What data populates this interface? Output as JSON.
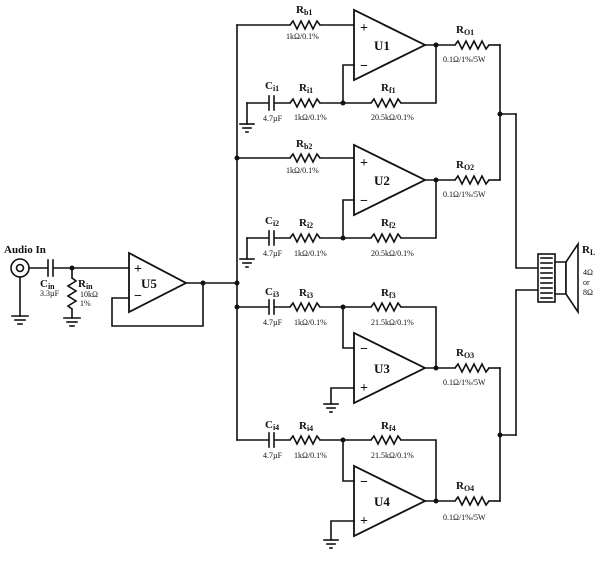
{
  "input": {
    "label": "Audio In"
  },
  "components": {
    "cin": {
      "name": "C",
      "sub": "in",
      "value": "3.3µF"
    },
    "rin": {
      "name": "R",
      "sub": "in",
      "value1": "10kΩ",
      "value2": "1%"
    },
    "u5": {
      "name": "U5"
    },
    "u1": {
      "name": "U1"
    },
    "u2": {
      "name": "U2"
    },
    "u3": {
      "name": "U3"
    },
    "u4": {
      "name": "U4"
    },
    "rb1": {
      "name": "R",
      "sub": "b1",
      "value": "1kΩ/0.1%"
    },
    "rb2": {
      "name": "R",
      "sub": "b2",
      "value": "1kΩ/0.1%"
    },
    "ci1": {
      "name": "C",
      "sub": "i1",
      "value": "4.7µF"
    },
    "ci2": {
      "name": "C",
      "sub": "i2",
      "value": "4.7µF"
    },
    "ci3": {
      "name": "C",
      "sub": "i3",
      "value": "4.7µF"
    },
    "ci4": {
      "name": "C",
      "sub": "i4",
      "value": "4.7µF"
    },
    "ri1": {
      "name": "R",
      "sub": "i1",
      "value": "1kΩ/0.1%"
    },
    "ri2": {
      "name": "R",
      "sub": "i2",
      "value": "1kΩ/0.1%"
    },
    "ri3": {
      "name": "R",
      "sub": "i3",
      "value": "1kΩ/0.1%"
    },
    "ri4": {
      "name": "R",
      "sub": "i4",
      "value": "1kΩ/0.1%"
    },
    "rf1": {
      "name": "R",
      "sub": "f1",
      "value": "20.5kΩ/0.1%"
    },
    "rf2": {
      "name": "R",
      "sub": "f2",
      "value": "20.5kΩ/0.1%"
    },
    "rf3": {
      "name": "R",
      "sub": "f3",
      "value": "21.5kΩ/0.1%"
    },
    "rf4": {
      "name": "R",
      "sub": "f4",
      "value": "21.5kΩ/0.1%"
    },
    "ro1": {
      "name": "R",
      "sub": "O1",
      "value": "0.1Ω/1%/5W"
    },
    "ro2": {
      "name": "R",
      "sub": "O2",
      "value": "0.1Ω/1%/5W"
    },
    "ro3": {
      "name": "R",
      "sub": "O3",
      "value": "0.1Ω/1%/5W"
    },
    "ro4": {
      "name": "R",
      "sub": "O4",
      "value": "0.1Ω/1%/5W"
    },
    "rl": {
      "name": "R",
      "sub": "L",
      "value1": "4Ω",
      "value2": "or",
      "value3": "8Ω"
    }
  },
  "signs": {
    "plus": "+",
    "minus": "−"
  }
}
